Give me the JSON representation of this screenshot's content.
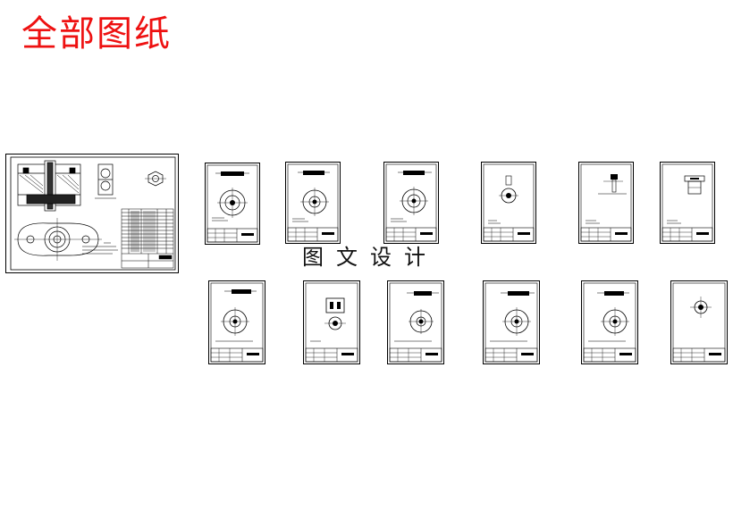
{
  "page": {
    "title": "全部图纸",
    "watermark": "图文设计"
  },
  "colors": {
    "title": "#ee1111",
    "line": "#000000",
    "background": "#ffffff"
  },
  "drawings": {
    "assembly": {
      "kind": "assembly-drawing"
    },
    "parts_row1": [
      {
        "kind": "bore-part-drawing"
      },
      {
        "kind": "bore-part-drawing"
      },
      {
        "kind": "bore-part-drawing"
      },
      {
        "kind": "small-part-drawing"
      },
      {
        "kind": "pin-part-drawing"
      },
      {
        "kind": "pin-part-drawing"
      }
    ],
    "parts_row2": [
      {
        "kind": "bore-part-drawing"
      },
      {
        "kind": "bushing-part-drawing"
      },
      {
        "kind": "bore-part-drawing"
      },
      {
        "kind": "bore-part-drawing"
      },
      {
        "kind": "bore-part-drawing"
      },
      {
        "kind": "small-part-drawing"
      }
    ]
  }
}
